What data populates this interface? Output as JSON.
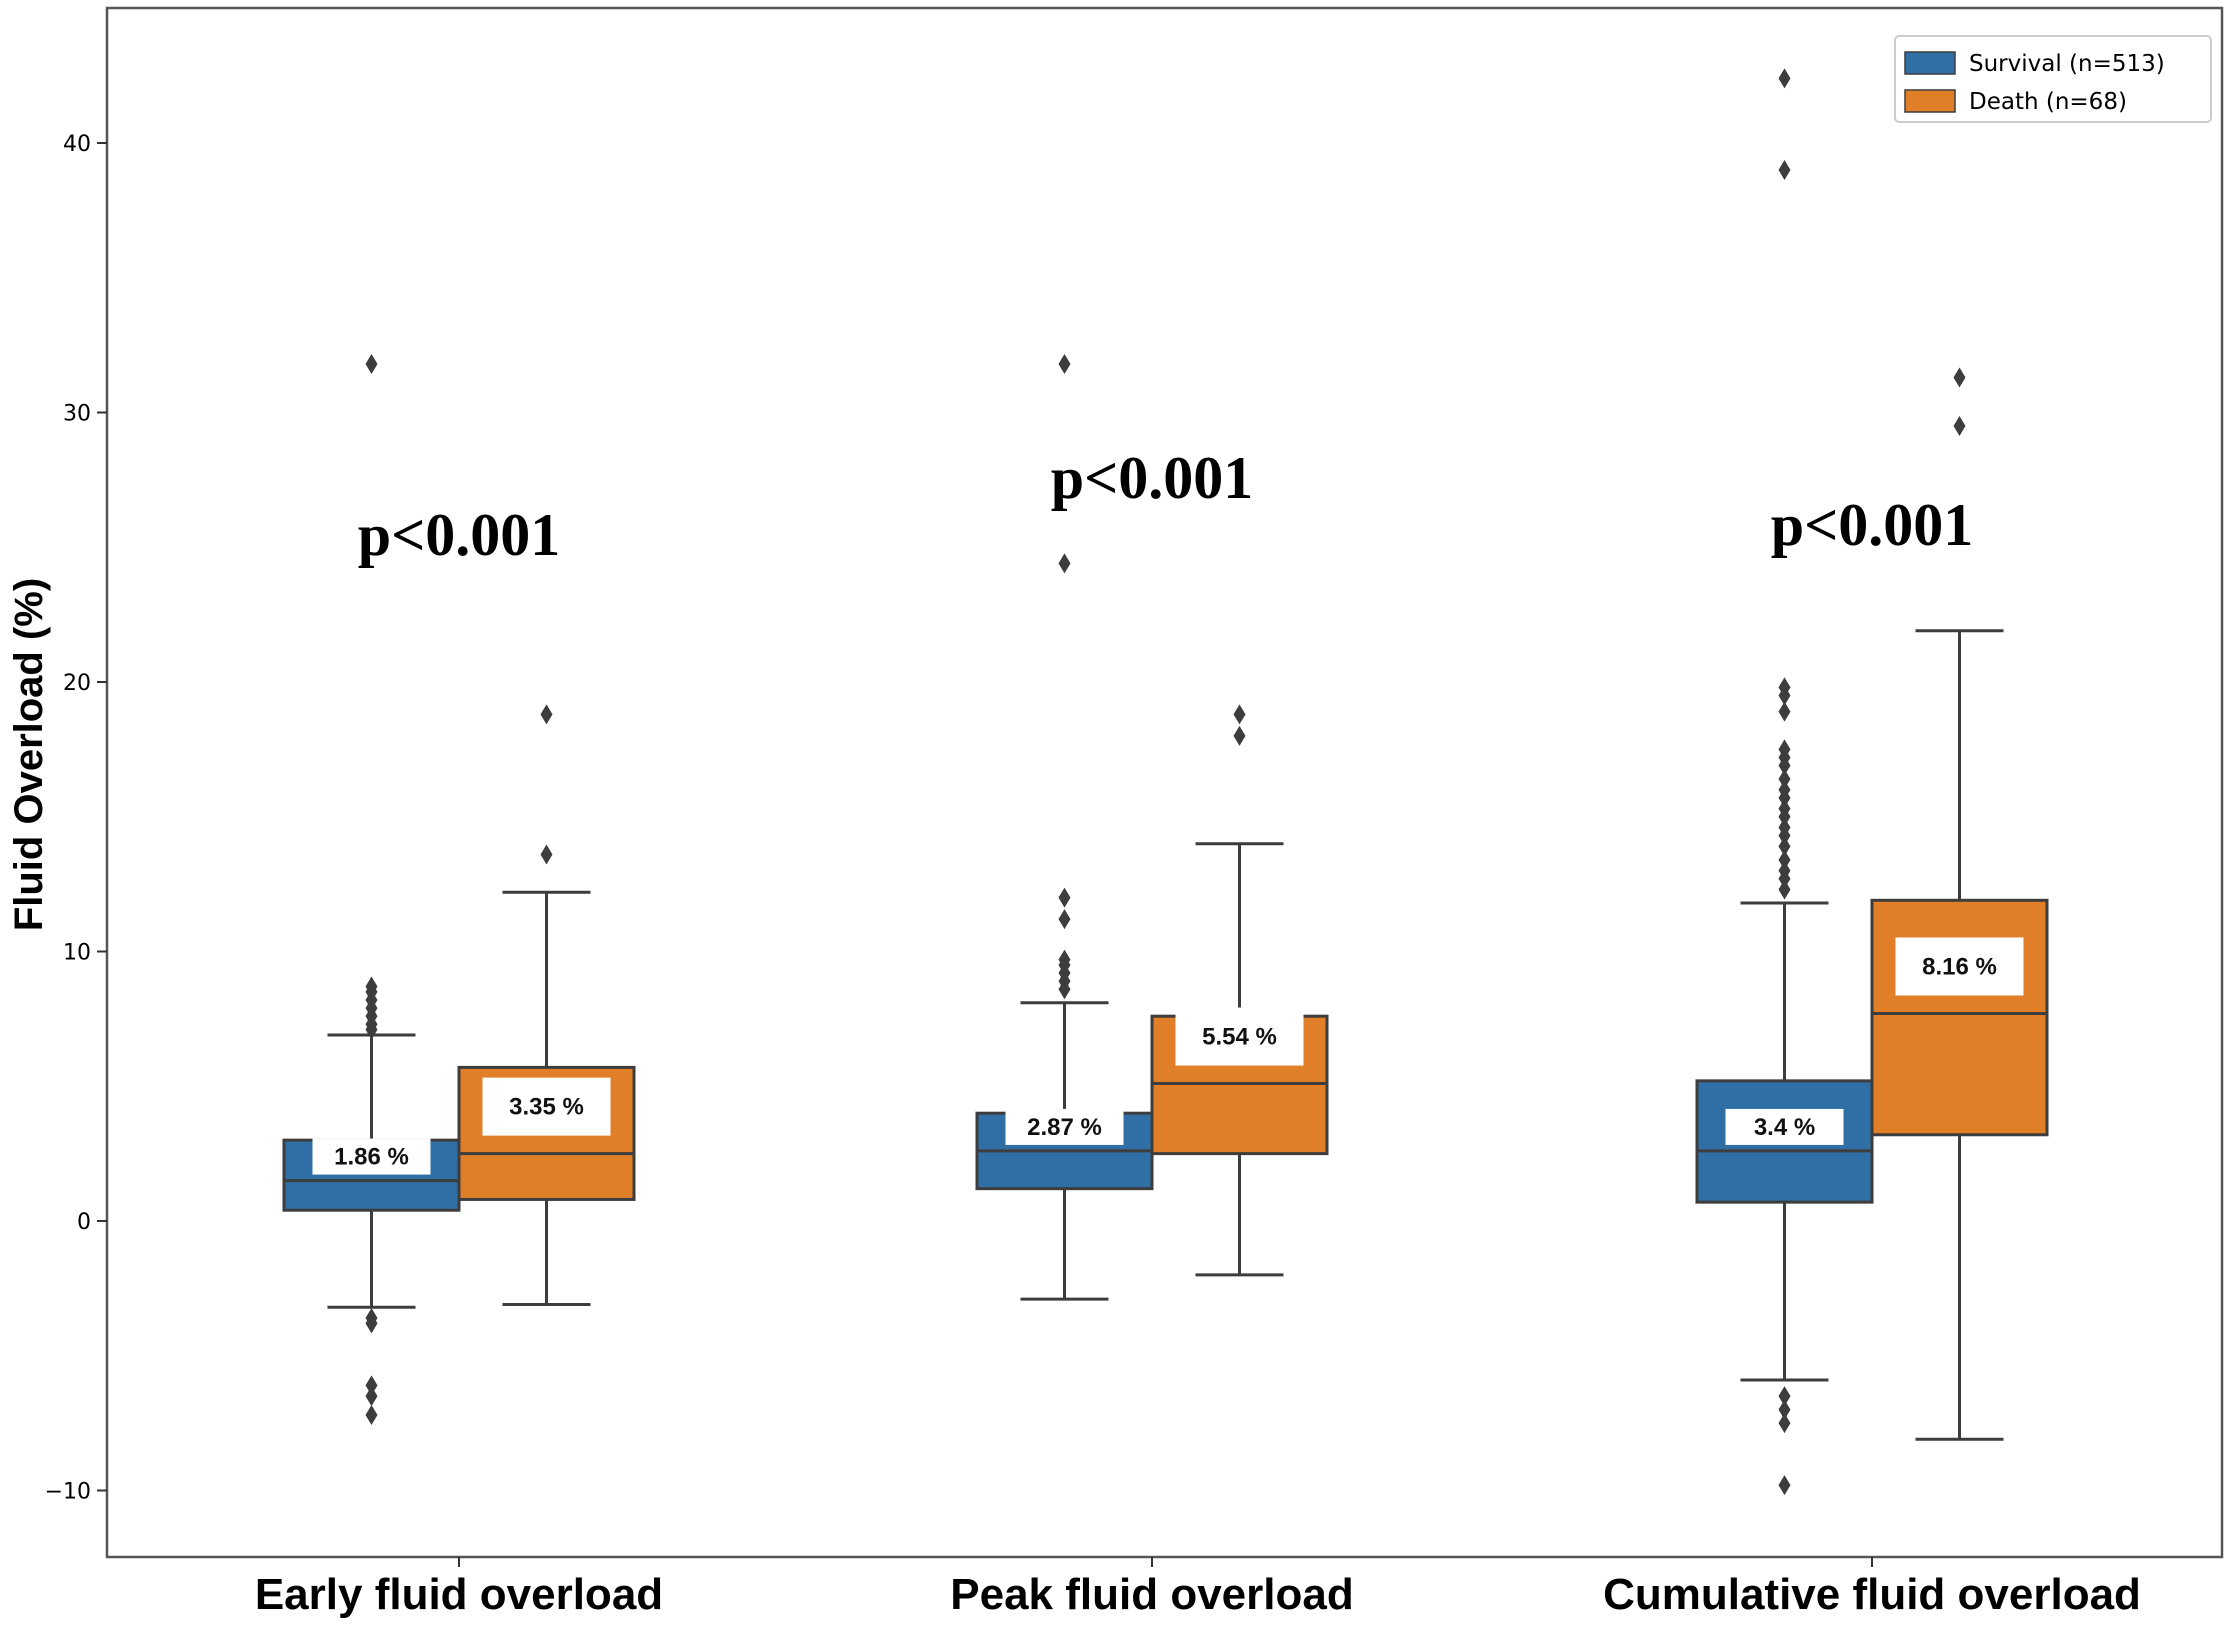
{
  "chart_data": {
    "type": "box",
    "title": "",
    "xlabel": "",
    "ylabel": "Fluid Overload (%)",
    "ylim": [
      -12,
      45
    ],
    "yticks": [
      -10,
      0,
      10,
      20,
      30,
      40
    ],
    "ytick_labels": [
      "−10",
      "0",
      "10",
      "20",
      "30",
      "40"
    ],
    "categories": [
      "Early fluid overload",
      "Peak fluid overload",
      "Cumulative fluid overload"
    ],
    "legend_position": "top-right",
    "grid": false,
    "series": [
      {
        "name": "Survival (n=513)",
        "color": "#2f6fa6",
        "boxes": [
          {
            "whisker_low": -3.2,
            "q1": 0.4,
            "median": 1.5,
            "q3": 3.0,
            "whisker_high": 6.9,
            "median_label": "1.86 %",
            "outliers": [
              7.1,
              7.3,
              7.6,
              7.9,
              8.2,
              8.5,
              8.7,
              -3.6,
              -3.8,
              -6.1,
              -6.5,
              -7.2,
              31.8
            ]
          },
          {
            "whisker_low": -2.9,
            "q1": 1.2,
            "median": 2.6,
            "q3": 4.0,
            "whisker_high": 8.1,
            "median_label": "2.87 %",
            "outliers": [
              8.6,
              8.9,
              9.2,
              9.5,
              9.7,
              11.2,
              12.0,
              24.4,
              31.8
            ]
          },
          {
            "whisker_low": -5.9,
            "q1": 0.7,
            "median": 2.6,
            "q3": 5.2,
            "whisker_high": 11.8,
            "median_label": "3.4 %",
            "outliers": [
              12.3,
              12.7,
              13.0,
              13.4,
              13.9,
              14.3,
              14.6,
              15.0,
              15.3,
              15.7,
              16.0,
              16.4,
              16.9,
              17.2,
              17.5,
              18.9,
              19.5,
              19.8,
              -6.5,
              -7.0,
              -7.5,
              -9.8,
              39.0,
              42.4
            ]
          }
        ]
      },
      {
        "name": "Death (n=68)",
        "color": "#e07f27",
        "boxes": [
          {
            "whisker_low": -3.1,
            "q1": 0.8,
            "median": 2.5,
            "q3": 5.7,
            "whisker_high": 12.2,
            "median_label": "3.35 %",
            "outliers": [
              13.6,
              18.8
            ]
          },
          {
            "whisker_low": -2.0,
            "q1": 2.5,
            "median": 5.1,
            "q3": 7.6,
            "whisker_high": 14.0,
            "median_label": "5.54 %",
            "outliers": [
              18.0,
              18.8
            ]
          },
          {
            "whisker_low": -8.1,
            "q1": 3.2,
            "median": 7.7,
            "q3": 11.9,
            "whisker_high": 21.9,
            "median_label": "8.16 %",
            "outliers": [
              29.5,
              31.3
            ]
          }
        ]
      }
    ],
    "annotations": [
      "p<0.001",
      "p<0.001",
      "p<0.001"
    ]
  }
}
